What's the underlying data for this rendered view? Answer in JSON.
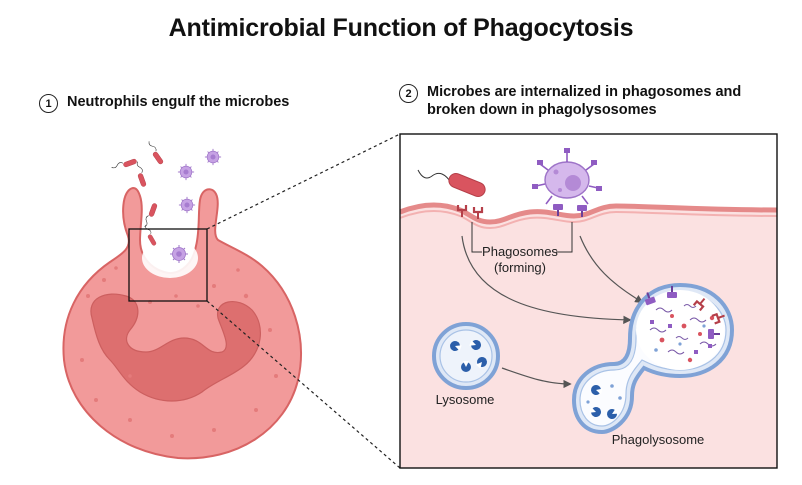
{
  "title": "Antimicrobial Function of Phagocytosis",
  "steps": [
    {
      "number": "1",
      "text": "Neutrophils engulf the microbes"
    },
    {
      "number": "2",
      "line1": "Microbes are internalized in phagosomes and",
      "line2": "broken down in phagolysosomes"
    }
  ],
  "labels": {
    "phagosomes_line1": "Phagosomes",
    "phagosomes_line2": "(forming)",
    "lysosome": "Lysosome",
    "phagolysosome": "Phagolysosome"
  },
  "colors": {
    "cell_fill": "#f29a9a",
    "cell_stroke": "#d86464",
    "nucleus": "#dc6c6c",
    "panel_bg": "#fbe1e1",
    "membrane": "#e58a8a",
    "lysosome_ring": "#7fa2d6",
    "enzyme": "#2c5faa",
    "bacterium": "#d9545f",
    "microbe_purple": "#b48ad6"
  },
  "icons": [
    "bacterium-icon",
    "fungal-microbe-icon",
    "receptor-icon",
    "enzyme-icon"
  ]
}
